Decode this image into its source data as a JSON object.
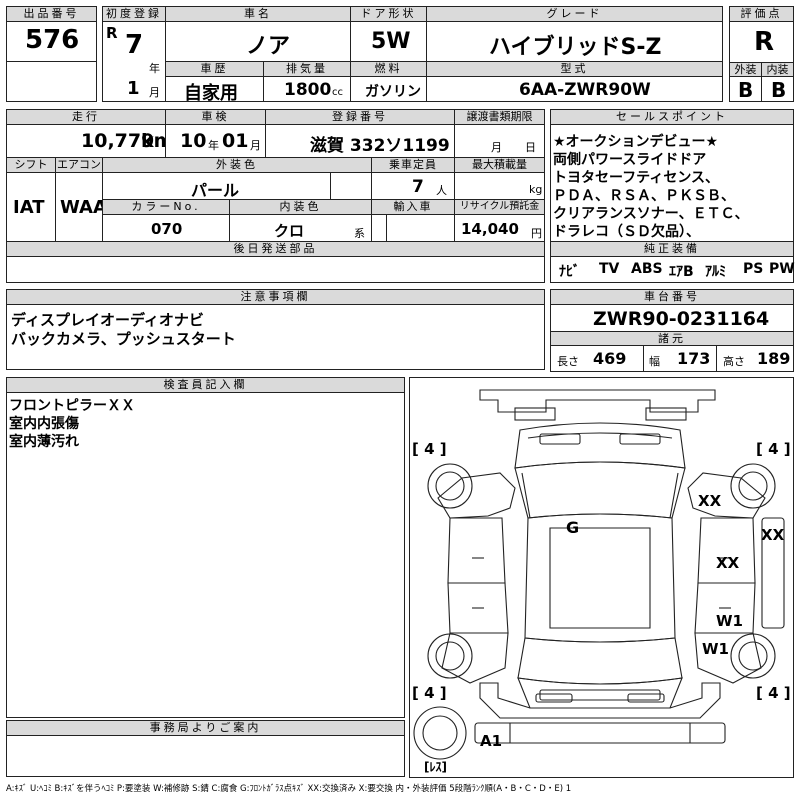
{
  "header": {
    "lot_label": "出品番号",
    "lot_number": "576",
    "first_reg_label": "初度登録",
    "era": "R",
    "year": "7",
    "year_unit": "年",
    "month": "1",
    "month_unit": "月",
    "car_name_label": "車名",
    "car_name": "ノア",
    "door_label": "ドア形状",
    "door": "5W",
    "grade_label": "グレード",
    "grade": "ハイブリッドS-Z",
    "score_label": "評価点",
    "score": "R",
    "history_label": "車歴",
    "history": "自家用",
    "displacement_label": "排気量",
    "displacement": "1800",
    "displacement_unit": "cc",
    "fuel_label": "燃料",
    "fuel": "ガソリン",
    "model_label": "型式",
    "model": "6AA-ZWR90W",
    "exterior_label": "外装",
    "exterior": "B",
    "interior_label": "内装",
    "interior": "B"
  },
  "row2": {
    "mileage_label": "走行",
    "mileage": "10,779",
    "mileage_unit": "km",
    "inspection_label": "車検",
    "insp_year": "10",
    "insp_year_unit": "年",
    "insp_month": "01",
    "insp_month_unit": "月",
    "registration_label": "登録番号",
    "registration": "滋賀 332ソ1199",
    "transfer_label": "譲渡書類期限",
    "transfer_month_unit": "月",
    "transfer_day_unit": "日",
    "shift_label": "シフト",
    "shift": "IAT",
    "ac_label": "エアコン",
    "ac": "WAA",
    "color_label": "外装色",
    "color": "パール",
    "capacity_label": "乗車定員",
    "capacity": "7",
    "capacity_unit": "人",
    "load_label": "最大積載量",
    "load_unit": "kg",
    "color_no_label": "カラーNo.",
    "color_no": "070",
    "int_color_label": "内装色",
    "int_color": "クロ",
    "int_color_unit": "系",
    "import_label": "輸入車",
    "recycle_label": "リサイクル預託金",
    "recycle": "14,040",
    "recycle_unit": "円",
    "later_parts_label": "後日発送部品"
  },
  "sales_points": {
    "label": "セールスポイント",
    "lines": [
      "★オークションデビュー★",
      "両側パワースライドドア",
      "トヨタセーフティセンス、",
      "ＰＤＡ、ＲＳＡ、ＰＫＳＢ、",
      "クリアランスソナー、ＥＴＣ、",
      "ドラレコ（ＳＤ欠品）、"
    ]
  },
  "equipment": {
    "label": "純正装備",
    "items": [
      "ﾅﾋﾞ",
      "TV",
      "ABS",
      "ｴｱB",
      "ｱﾙﾐ",
      "PS",
      "PW"
    ]
  },
  "notes": {
    "label": "注意事項欄",
    "lines": [
      "ディスプレイオーディオナビ",
      "バックカメラ、プッシュスタート"
    ]
  },
  "chassis": {
    "label": "車台番号",
    "value": "ZWR90-0231164",
    "spec_label": "諸元",
    "length_label": "長さ",
    "length": "469",
    "width_label": "幅",
    "width": "173",
    "height_label": "高さ",
    "height": "189"
  },
  "inspector": {
    "label": "検査員記入欄",
    "lines": [
      "フロントピラーＸＸ",
      "室内内張傷",
      "室内薄汚れ"
    ]
  },
  "office": {
    "label": "事務局よりご案内"
  },
  "diagram": {
    "tire_fl": "[ 4 ]",
    "tire_fr": "[ 4 ]",
    "tire_rl": "[ 4 ]",
    "tire_rr": "[ 4 ]",
    "mark_g": "G",
    "mark_xx1": "XX",
    "mark_xx2": "XX",
    "mark_xx3": "XX",
    "mark_w1a": "W1",
    "mark_w1b": "W1",
    "mark_a1": "A1",
    "spare": "[ﾚｽ]"
  },
  "legend": "A:ｷｽﾞ U:ﾍｺﾐ B:ｷｽﾞを伴うﾍｺﾐ P:要塗装 W:補修跡 S:錆 C:腐食 G:ﾌﾛﾝﾄｶﾞﾗｽ点ｷｽﾞ XX:交換済み X:要交換 内・外装評価 5段階ﾗﾝｸ順(A・B・C・D・E) 1"
}
